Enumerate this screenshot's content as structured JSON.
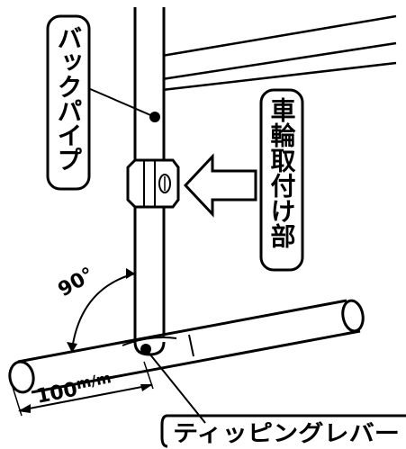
{
  "labels": {
    "back_pipe": "バックパイプ",
    "wheel_mount": "車輪取付け部",
    "tipping_lever": "ティッピングレバー",
    "angle": "90°",
    "length_value": "100",
    "length_unit": "m/m"
  }
}
